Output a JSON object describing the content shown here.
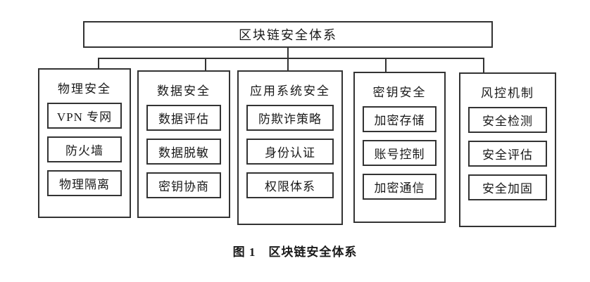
{
  "root": {
    "title": "区块链安全体系"
  },
  "columns": [
    {
      "title": "物理安全",
      "items": [
        "VPN 专网",
        "防火墙",
        "物理隔离"
      ]
    },
    {
      "title": "数据安全",
      "items": [
        "数据评估",
        "数据脱敏",
        "密钥协商"
      ]
    },
    {
      "title": "应用系统安全",
      "items": [
        "防欺诈策略",
        "身份认证",
        "权限体系"
      ]
    },
    {
      "title": "密钥安全",
      "items": [
        "加密存储",
        "账号控制",
        "加密通信"
      ]
    },
    {
      "title": "风控机制",
      "items": [
        "安全检测",
        "安全评估",
        "安全加固"
      ]
    }
  ],
  "caption": {
    "label": "图 1",
    "title": "区块链安全体系"
  },
  "colors": {
    "line": "#333333",
    "text": "#1a1a1a",
    "background": "#ffffff"
  }
}
